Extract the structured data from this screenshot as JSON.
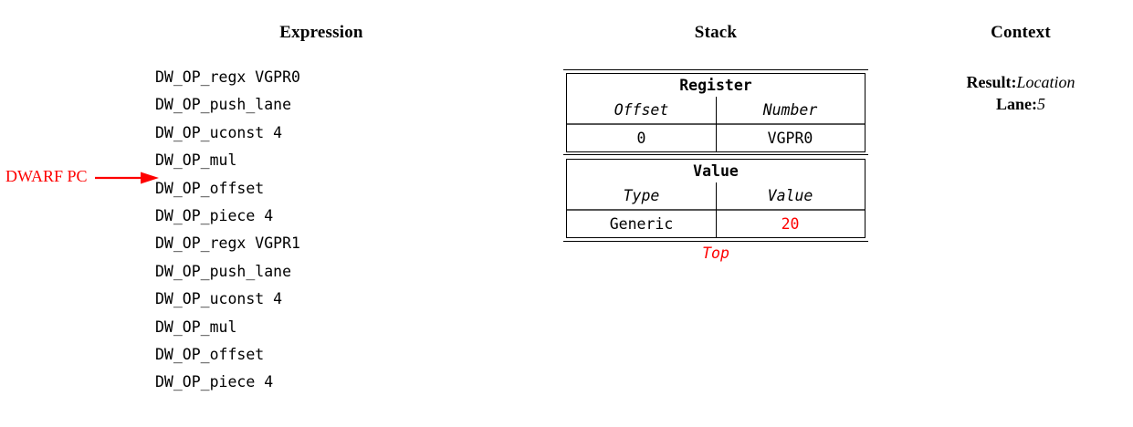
{
  "headings": {
    "expression": "Expression",
    "stack": "Stack",
    "context": "Context"
  },
  "expression": {
    "lines": [
      "DW_OP_regx VGPR0",
      "DW_OP_push_lane",
      "DW_OP_uconst 4",
      "DW_OP_mul",
      "DW_OP_offset",
      "DW_OP_piece 4",
      "DW_OP_regx VGPR1",
      "DW_OP_push_lane",
      "DW_OP_uconst 4",
      "DW_OP_mul",
      "DW_OP_offset",
      "DW_OP_piece 4"
    ],
    "pointer": {
      "label": "DWARF PC",
      "color": "#fe0000",
      "points_at_line_index": 4
    }
  },
  "stack": {
    "entries": [
      {
        "title": "Register",
        "columns": [
          "Offset",
          "Number"
        ],
        "values": [
          "0",
          "VGPR0"
        ],
        "value_colors": [
          "#000000",
          "#000000"
        ]
      },
      {
        "title": "Value",
        "columns": [
          "Type",
          "Value"
        ],
        "values": [
          "Generic",
          "20"
        ],
        "value_colors": [
          "#000000",
          "#fe0000"
        ]
      }
    ],
    "top_label": "Top",
    "top_label_color": "#fe0000"
  },
  "context": {
    "rows": [
      {
        "key": "Result:",
        "value": "Location"
      },
      {
        "key": "Lane:",
        "value": "5"
      }
    ]
  },
  "colors": {
    "background": "#ffffff",
    "foreground": "#000000",
    "highlight": "#fe0000",
    "rule": "#555555"
  }
}
